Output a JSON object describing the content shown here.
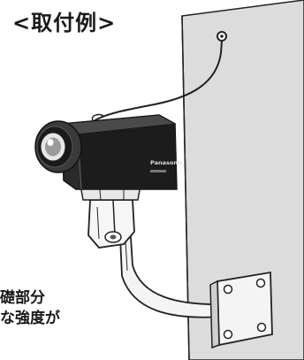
{
  "figure": {
    "title": "<取付例>",
    "caption_lines": [
      "礎部分",
      "な強度が"
    ],
    "camera_brand": "Panasonic"
  }
}
